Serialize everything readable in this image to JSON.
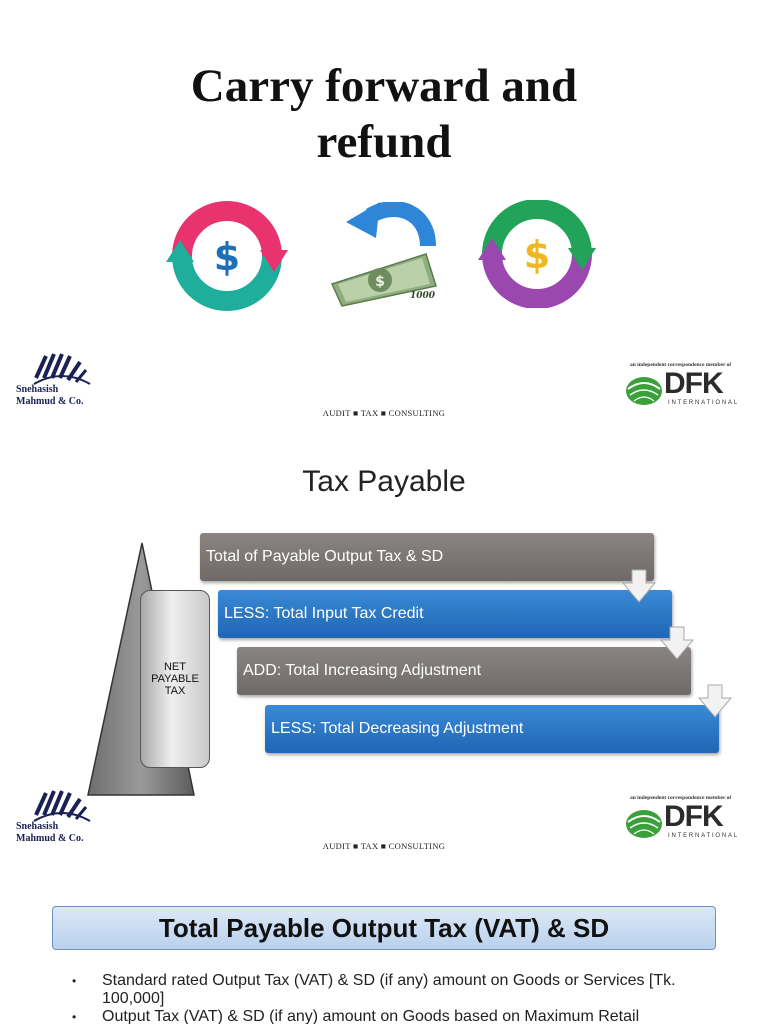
{
  "slide1": {
    "title_line1": "Carry forward and",
    "title_line2": "refund",
    "icons": [
      "dollar-cycle-icon",
      "money-refund-icon",
      "dollar-cycle-icon"
    ],
    "bill_value": "1000"
  },
  "firm": {
    "name_line1": "Snehasish",
    "name_line2": "Mahmud & Co.",
    "services": "AUDIT ■ TAX ■ CONSULTING",
    "member_text": "an independent correspondence member of",
    "dfk": "DFK",
    "international": "INTERNATIONAL"
  },
  "slide2": {
    "title": "Tax Payable",
    "net_label_lines": [
      "NET",
      "PAYABLE",
      "TAX"
    ],
    "steps": [
      "Total of Payable Output Tax & SD",
      "LESS: Total Input Tax Credit",
      "ADD: Total Increasing Adjustment",
      "LESS: Total Decreasing Adjustment"
    ]
  },
  "slide3": {
    "title": "Total Payable Output Tax (VAT) & SD",
    "bullets": [
      "Standard rated Output Tax (VAT) & SD (if any) amount on Goods or Services [Tk. 100,000]",
      "Output Tax (VAT) & SD (if any) amount on Goods based on Maximum Retail"
    ]
  },
  "colors": {
    "grey_bar": "#756f6e",
    "blue_bar": "#2a78c8",
    "banner_bg": "#c8dbf1",
    "dfk_green": "#3aa03a"
  }
}
